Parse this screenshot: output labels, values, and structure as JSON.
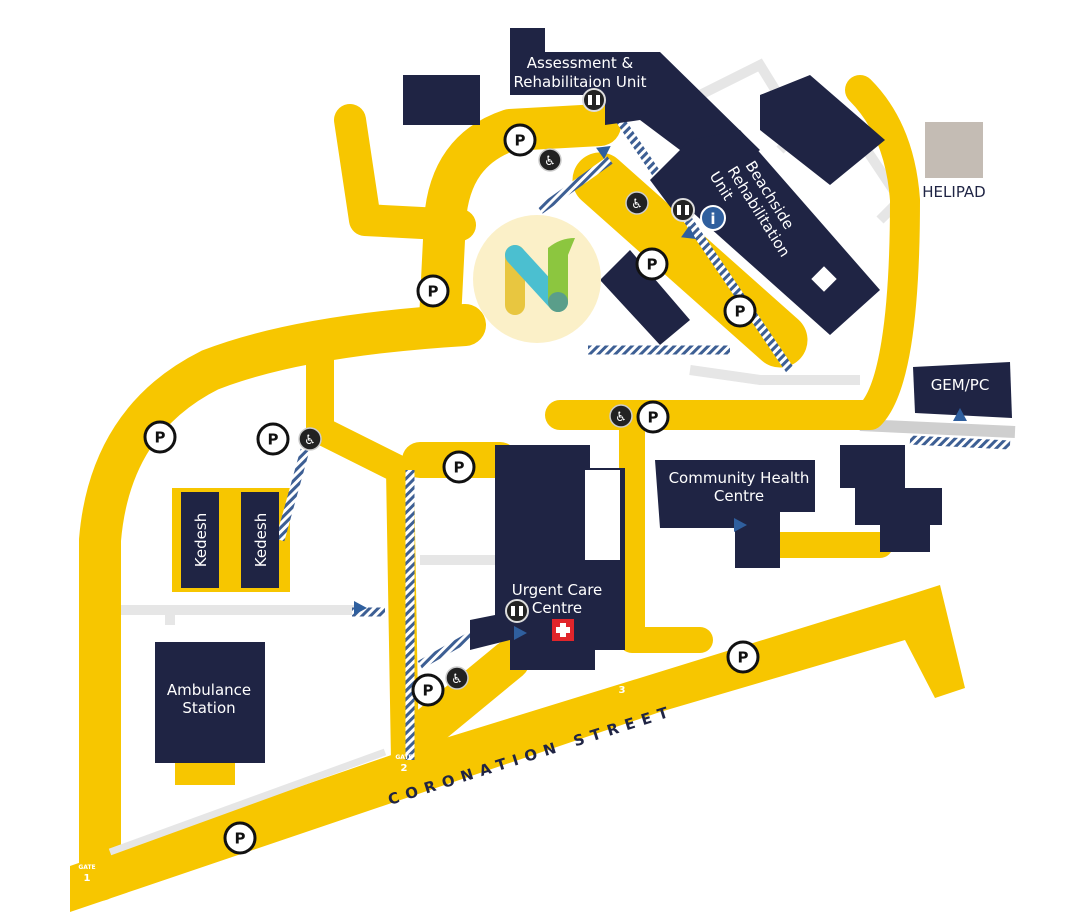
{
  "map": {
    "colors": {
      "road": "#f7c600",
      "building": "#1f2444",
      "path": "#e6e6e6",
      "helipad": "#c4bcb4",
      "logo_bg": "#fbf0c8"
    },
    "buildings": {
      "assessment": [
        "Assessment &",
        "Rehabilitaion Unit"
      ],
      "beachside": [
        "Beachside",
        "Rehabilitation",
        "Unit"
      ],
      "helipad": "HELIPAD",
      "gem": "GEM/PC",
      "community": [
        "Community Health",
        "Centre"
      ],
      "kedesh_1": "Kedesh",
      "kedesh_2": "Kedesh",
      "urgent": [
        "Urgent Care",
        "Centre"
      ],
      "ambulance": [
        "Ambulance",
        "Station"
      ]
    },
    "street": "CORONATION STREET",
    "gates": [
      {
        "label": "GATE",
        "number": "1"
      },
      {
        "label": "GATE",
        "number": "2"
      },
      {
        "label": "GATE",
        "number": "3"
      }
    ],
    "parking_symbol": "P",
    "icons": [
      "parking-icon",
      "wheelchair-access-icon",
      "toilets-icon",
      "information-icon",
      "first-aid-icon",
      "entrance-arrow-icon"
    ]
  }
}
